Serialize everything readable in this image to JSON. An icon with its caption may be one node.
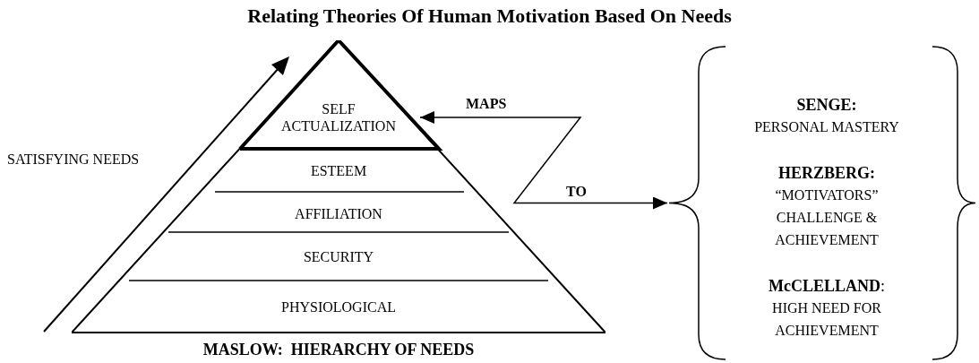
{
  "diagram": {
    "title": "Relating Theories Of Human Motivation Based On Needs",
    "nodes": [
      {
        "text": [
          "MASLOW:  HIERARCHY OF NEEDS"
        ]
      },
      {
        "text": [
          "SELF ACTUALIZATION"
        ],
        "in": 0
      },
      {
        "text": [
          "ESTEEM"
        ],
        "in": 0
      },
      {
        "text": [
          "AFFILIATION"
        ],
        "in": 0
      },
      {
        "text": [
          "SECURITY"
        ],
        "in": 0
      },
      {
        "text": [
          "PHYSIOLOGICAL"
        ],
        "in": 0
      },
      {
        "text": [
          "SENGE:",
          "PERSONAL MASTERY",
          "HERZBERG:",
          "“MOTIVATORS” CHALLENGE & ACHIEVEMENT",
          "**McCLELLAND**:",
          "HIGH NEED FOR ACHIEVEMENT"
        ]
      }
    ],
    "edges": [
      {
        "from": 1,
        "to": 6,
        "arrow": "both"
      }
    ],
    "labels": [
      "SATISFYING NEEDS",
      "MAPS",
      "TO"
    ]
  }
}
